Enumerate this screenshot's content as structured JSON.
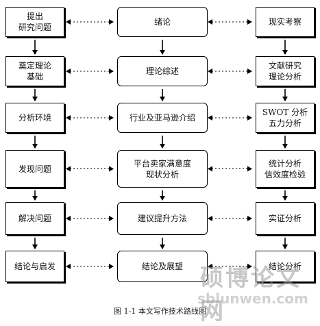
{
  "left_column": [
    {
      "label": "提出\n研究问题"
    },
    {
      "label": "奠定理论\n基础"
    },
    {
      "label": "分析环境"
    },
    {
      "label": "发现问题"
    },
    {
      "label": "解决问题"
    },
    {
      "label": "结论与启发"
    }
  ],
  "center_column": [
    {
      "label": "绪论"
    },
    {
      "label": "理论综述"
    },
    {
      "label": "行业及亚马逊介绍"
    },
    {
      "label": "平台卖家满意度\n现状分析"
    },
    {
      "label": "建议提升方法"
    },
    {
      "label": "结论及展望"
    }
  ],
  "right_column": [
    {
      "label": "现实考察"
    },
    {
      "label": "文献研究\n理论分析"
    },
    {
      "label": "SWOT 分析\n五力分析"
    },
    {
      "label": "统计分析\n信效度检验"
    },
    {
      "label": "实证分析"
    },
    {
      "label": "结论分析"
    }
  ],
  "caption": "图 1-1  本文写作技术路线图",
  "watermark": {
    "title": "硕博论文网",
    "url": "sblunwen.com"
  }
}
